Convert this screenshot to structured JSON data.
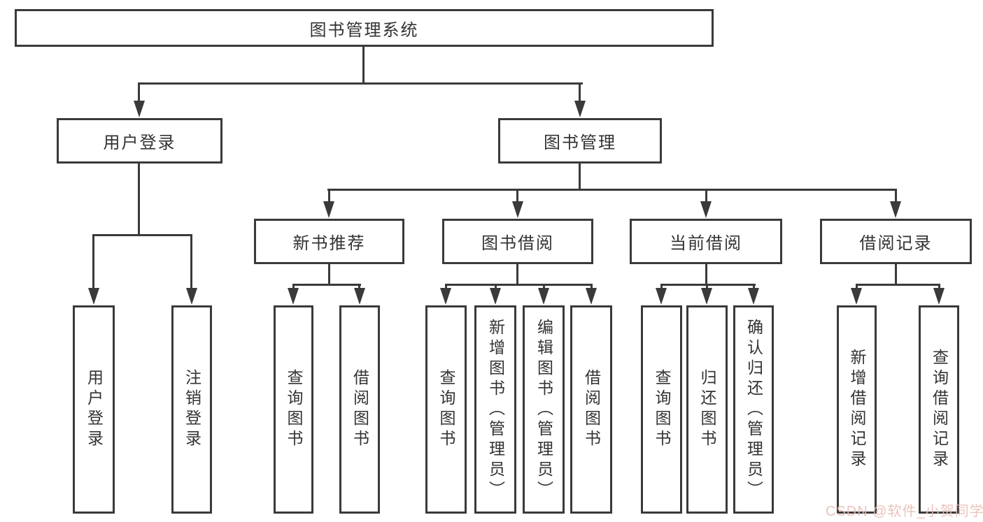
{
  "diagram": {
    "type": "hierarchy-tree",
    "title": "图书管理系统",
    "hierarchy": {
      "图书管理系统": {
        "用户登录": [
          "用户登录",
          "注销登录"
        ],
        "图书管理": {
          "新书推荐": [
            "查询图书",
            "借阅图书"
          ],
          "图书借阅": [
            "查询图书",
            "新增图书（管理员）",
            "编辑图书（管理员）",
            "借阅图书"
          ],
          "当前借阅": [
            "查询图书",
            "归还图书",
            "确认归还（管理员）"
          ],
          "借阅记录": [
            "新增借阅记录",
            "查询借阅记录"
          ]
        }
      }
    }
  },
  "nodes": {
    "root": {
      "label": "图书管理系统"
    },
    "user_login": {
      "label": "用户登录"
    },
    "book_management": {
      "label": "图书管理"
    },
    "new_book_recommend": {
      "label": "新书推荐"
    },
    "book_borrowing": {
      "label": "图书借阅"
    },
    "current_borrowing": {
      "label": "当前借阅"
    },
    "borrowing_records": {
      "label": "借阅记录"
    },
    "ul_user_login": {
      "label": "用户登录"
    },
    "ul_logout": {
      "label": "注销登录"
    },
    "nb_query_books": {
      "label": "查询图书"
    },
    "nb_borrow_books": {
      "label": "借阅图书"
    },
    "bb_query_books": {
      "label": "查询图书"
    },
    "bb_add_books_admin": {
      "label": "新增图书（管理员）"
    },
    "bb_edit_books_admin": {
      "label": "编辑图书（管理员）"
    },
    "bb_borrow_books": {
      "label": "借阅图书"
    },
    "cb_query_books": {
      "label": "查询图书"
    },
    "cb_return_books": {
      "label": "归还图书"
    },
    "cb_confirm_return_admin": {
      "label": "确认归还（管理员）"
    },
    "br_add_record": {
      "label": "新增借阅记录"
    },
    "br_query_record": {
      "label": "查询借阅记录"
    }
  },
  "watermark": {
    "text": "CSDN @软件_小贺同学"
  },
  "colors": {
    "line": "#3a3a3a",
    "text": "#333333",
    "box_background": "#ffffff",
    "page_background": "#ffffff",
    "watermark": "#e9bdb5"
  }
}
